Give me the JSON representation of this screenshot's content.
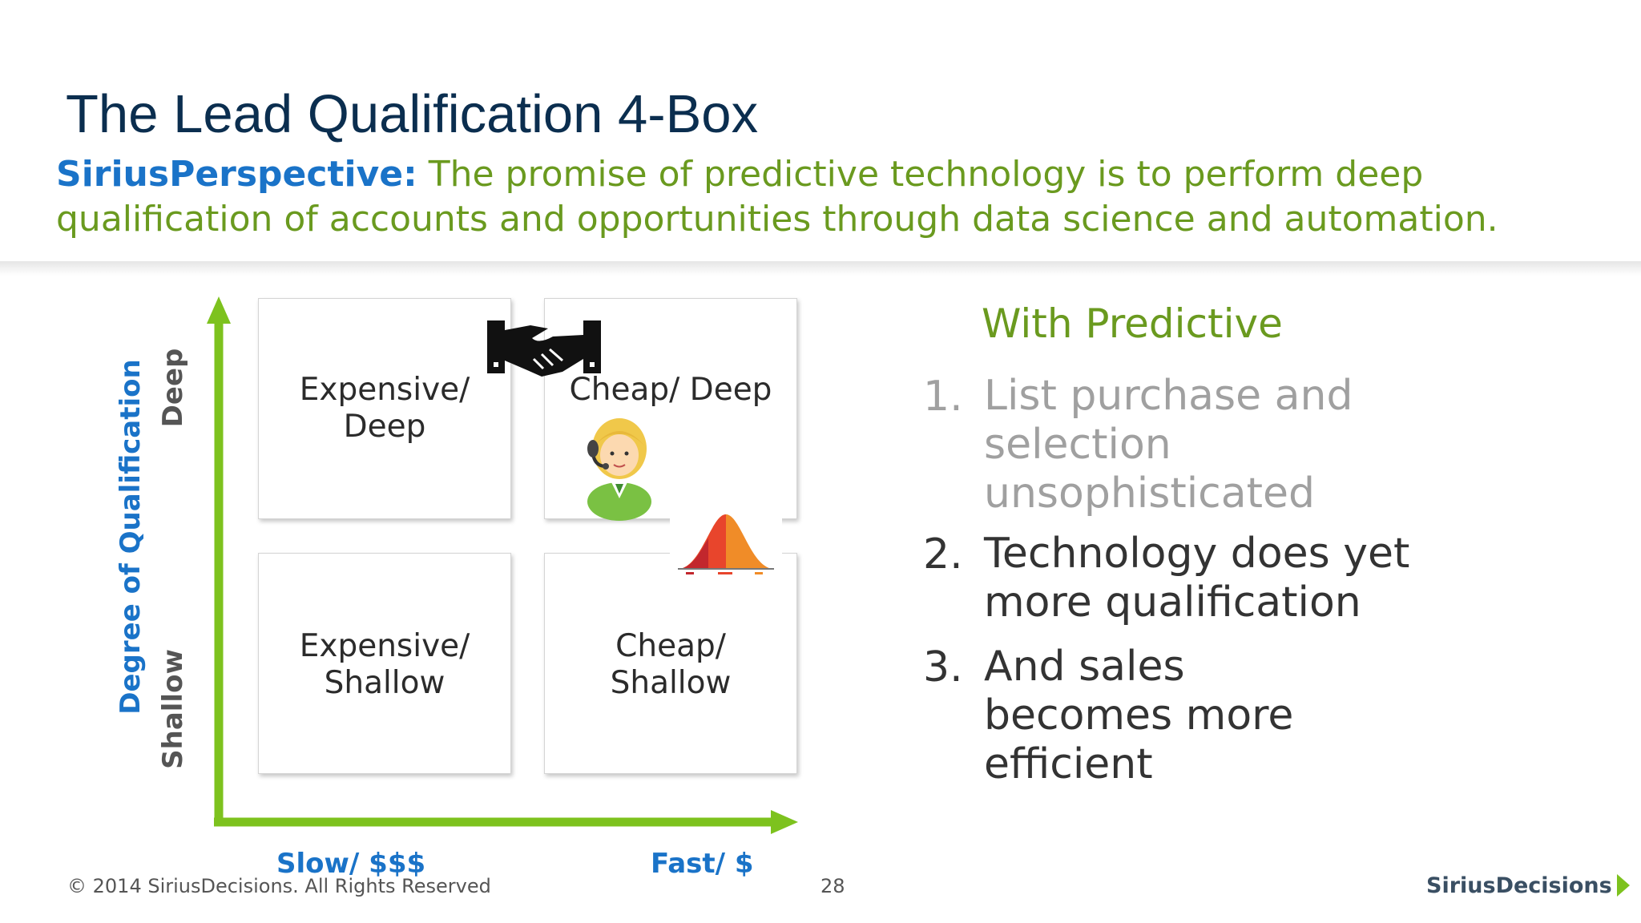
{
  "slide": {
    "title": "The Lead Qualification 4-Box",
    "subtitle_brand": "SiriusPerspective:",
    "subtitle_text": "The promise of predictive technology is to perform deep qualification of accounts and opportunities through data science and automation."
  },
  "matrix": {
    "y_axis_title": "Degree of Qualification",
    "y_high_label": "Deep",
    "y_low_label": "Shallow",
    "x_left_label": "Slow/ $$$",
    "x_right_label": "Fast/ $",
    "boxes": {
      "top_left": [
        "Expensive/",
        "Deep"
      ],
      "top_right": [
        "Cheap/ Deep"
      ],
      "bottom_left": [
        "Expensive/",
        "Shallow"
      ],
      "bottom_right": [
        "Cheap/",
        "Shallow"
      ]
    },
    "icons": [
      "handshake-icon",
      "call-center-agent-icon",
      "bell-curve-icon"
    ]
  },
  "predictive": {
    "heading": "With Predictive",
    "items": [
      {
        "number": "1.",
        "lines": [
          "List purchase and",
          "selection",
          "unsophisticated"
        ]
      },
      {
        "number": "2.",
        "lines": [
          "Technology does yet",
          "more qualification"
        ]
      },
      {
        "number": "3.",
        "lines": [
          "And sales",
          "becomes more",
          "efficient"
        ]
      }
    ]
  },
  "footer": {
    "copyright": "© 2014 SiriusDecisions. All Rights Reserved",
    "page_number": "28",
    "logo_text": "SiriusDecisions"
  },
  "colors": {
    "title": "#0b2e4f",
    "brand_blue": "#1a73c8",
    "accent_green": "#6a9a1f",
    "axis_green": "#7dc21e"
  }
}
